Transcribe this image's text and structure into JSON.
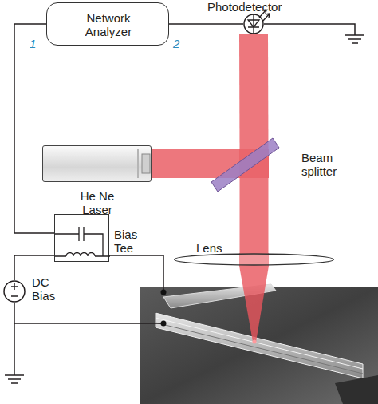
{
  "diagram": {
    "nodes": [
      {
        "text": [
          "Network Analyzer"
        ]
      },
      {
        "text": [
          "Photodetector"
        ]
      },
      {
        "text": [
          "He Ne Laser"
        ]
      },
      {
        "text": [
          "Beam splitter"
        ]
      },
      {
        "text": [
          "Lens"
        ]
      },
      {
        "text": [
          "Bias Tee"
        ]
      },
      {
        "text": [
          "DC Bias"
        ]
      }
    ],
    "edges": [
      {
        "from": 0,
        "to": 1,
        "arrow": "none"
      },
      {
        "from": 0,
        "to": 5,
        "arrow": "none"
      },
      {
        "from": 6,
        "to": 5,
        "arrow": "none"
      },
      {
        "from": 2,
        "to": 3,
        "arrow": "none"
      },
      {
        "from": 3,
        "to": 1,
        "arrow": "none"
      },
      {
        "from": 3,
        "to": 4,
        "arrow": "none"
      }
    ],
    "labels": [
      "1",
      "2"
    ]
  }
}
